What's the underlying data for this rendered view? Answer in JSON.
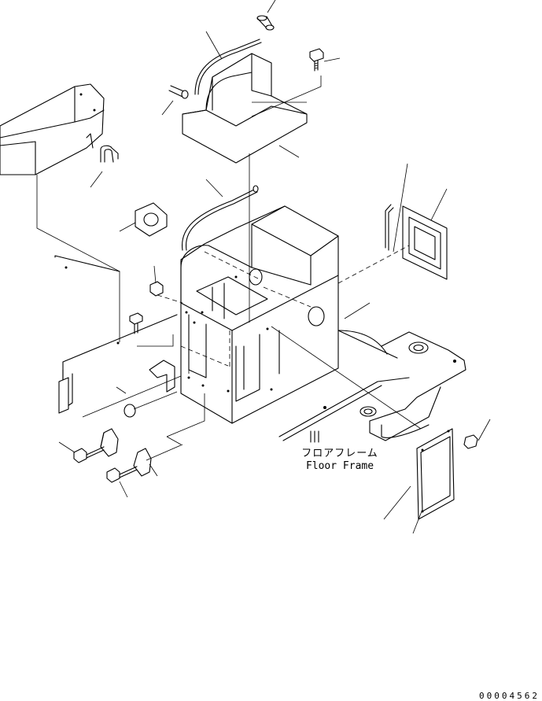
{
  "labels": {
    "floor_frame_jp": "フロアフレーム",
    "floor_frame_en": "Floor Frame",
    "drawing_number": "00004562"
  }
}
